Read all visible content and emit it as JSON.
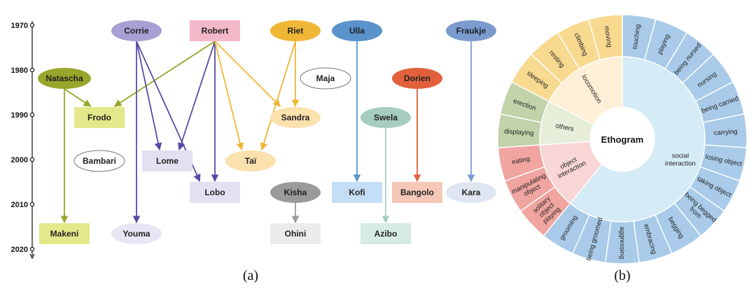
{
  "captions": {
    "a": "(a)",
    "b": "(b)"
  },
  "timeline": {
    "years": [
      "1970",
      "1980",
      "1990",
      "2000",
      "2010",
      "2020"
    ]
  },
  "family_tree": {
    "nodes": [
      {
        "id": "corrie",
        "label": "Corrie",
        "shape": "ellipse",
        "fill": "#a99fd4"
      },
      {
        "id": "robert",
        "label": "Robert",
        "shape": "rect",
        "fill": "#f3b8c8"
      },
      {
        "id": "riet",
        "label": "Riet",
        "shape": "ellipse",
        "fill": "#f0b737"
      },
      {
        "id": "ulla",
        "label": "Ulla",
        "shape": "ellipse",
        "fill": "#5a92cc"
      },
      {
        "id": "fraukje",
        "label": "Fraukje",
        "shape": "ellipse",
        "fill": "#7b9bcf"
      },
      {
        "id": "natascha",
        "label": "Natascha",
        "shape": "ellipse",
        "fill": "#97a62a"
      },
      {
        "id": "maja",
        "label": "Maja",
        "shape": "ellipse",
        "fill": "#ffffff"
      },
      {
        "id": "dorien",
        "label": "Dorien",
        "shape": "ellipse",
        "fill": "#e2613c"
      },
      {
        "id": "frodo",
        "label": "Frodo",
        "shape": "rect",
        "fill": "#e3e98a"
      },
      {
        "id": "sandra",
        "label": "Sandra",
        "shape": "ellipse",
        "fill": "#fbe1ad"
      },
      {
        "id": "swela",
        "label": "Swela",
        "shape": "ellipse",
        "fill": "#a6cdbf"
      },
      {
        "id": "bambari",
        "label": "Bambari",
        "shape": "ellipse",
        "fill": "#ffffff"
      },
      {
        "id": "lome",
        "label": "Lome",
        "shape": "rect",
        "fill": "#e2e0f1"
      },
      {
        "id": "tai",
        "label": "Taï",
        "shape": "ellipse",
        "fill": "#fbe1ad"
      },
      {
        "id": "lobo",
        "label": "Lobo",
        "shape": "rect",
        "fill": "#e2e0f1"
      },
      {
        "id": "kisha",
        "label": "Kisha",
        "shape": "ellipse",
        "fill": "#9a9a9a"
      },
      {
        "id": "kofi",
        "label": "Kofi",
        "shape": "rect",
        "fill": "#c4dff5"
      },
      {
        "id": "bangolo",
        "label": "Bangolo",
        "shape": "rect",
        "fill": "#f6c8b8"
      },
      {
        "id": "kara",
        "label": "Kara",
        "shape": "ellipse",
        "fill": "#dfe5f1"
      },
      {
        "id": "makeni",
        "label": "Makeni",
        "shape": "rect",
        "fill": "#e3e98a"
      },
      {
        "id": "youma",
        "label": "Youma",
        "shape": "ellipse",
        "fill": "#e8e6f4"
      },
      {
        "id": "ohini",
        "label": "Ohini",
        "shape": "rect",
        "fill": "#ebebeb"
      },
      {
        "id": "azibo",
        "label": "Azibo",
        "shape": "rect",
        "fill": "#d5ebe3"
      }
    ],
    "edges": [
      {
        "from": "natascha",
        "to": "frodo",
        "color": "#97a62a"
      },
      {
        "from": "natascha",
        "to": "makeni",
        "color": "#97a62a"
      },
      {
        "from": "robert",
        "to": "frodo",
        "color": "#97a62a"
      },
      {
        "from": "corrie",
        "to": "lome",
        "color": "#5a4aa6"
      },
      {
        "from": "corrie",
        "to": "lobo",
        "color": "#5a4aa6"
      },
      {
        "from": "corrie",
        "to": "youma",
        "color": "#5a4aa6"
      },
      {
        "from": "robert",
        "to": "lome",
        "color": "#5a4aa6"
      },
      {
        "from": "robert",
        "to": "lobo",
        "color": "#5a4aa6"
      },
      {
        "from": "robert",
        "to": "sandra",
        "color": "#f0b737"
      },
      {
        "from": "robert",
        "to": "tai",
        "color": "#f0b737"
      },
      {
        "from": "riet",
        "to": "sandra",
        "color": "#f0b737"
      },
      {
        "from": "riet",
        "to": "tai",
        "color": "#f0b737"
      },
      {
        "from": "ulla",
        "to": "kofi",
        "color": "#5a92cc"
      },
      {
        "from": "dorien",
        "to": "bangolo",
        "color": "#e2613c"
      },
      {
        "from": "swela",
        "to": "azibo",
        "color": "#a6cdbf"
      },
      {
        "from": "kisha",
        "to": "ohini",
        "color": "#9a9a9a"
      },
      {
        "from": "fraukje",
        "to": "kara",
        "color": "#7b9bcf"
      }
    ]
  },
  "ethogram": {
    "center_label": "Ethogram",
    "categories": [
      {
        "id": "social",
        "label": "social interaction",
        "inner_color": "#d5ebf5",
        "outer_color": "#a9cbe9",
        "behaviors": [
          "touching",
          "playing",
          "being nursed",
          "nursing",
          "being carried",
          "carrying",
          "losing object",
          "taking object",
          "being begged from",
          "begging",
          "embracing",
          "aggressing",
          "being groomed",
          "grooming"
        ]
      },
      {
        "id": "object",
        "label": "object interaction",
        "inner_color": "#f9d6d6",
        "outer_color": "#f0a5a0",
        "behaviors": [
          "solitary object playing",
          "manipulating object",
          "eating"
        ]
      },
      {
        "id": "others",
        "label": "others",
        "inner_color": "#e6eed9",
        "outer_color": "#c2d3aa",
        "behaviors": [
          "displaying",
          "erection"
        ]
      },
      {
        "id": "locomotion",
        "label": "locomotion",
        "inner_color": "#fdf0d6",
        "outer_color": "#f8d990",
        "behaviors": [
          "sleeping",
          "resting",
          "climbing",
          "moving"
        ]
      }
    ]
  }
}
